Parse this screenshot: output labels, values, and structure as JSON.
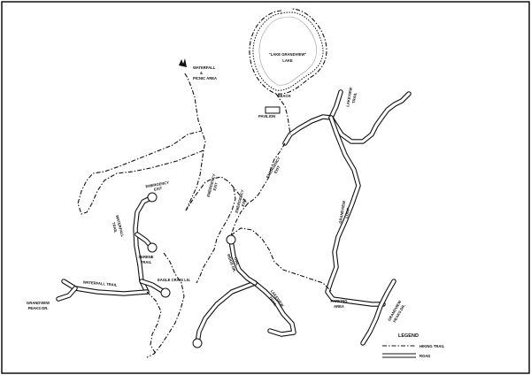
{
  "labels": {
    "lake": [
      "\"LAKE GRANDVIEW\"",
      "LAKE"
    ],
    "beach": "BEACH",
    "pavilion": "PAVILION",
    "waterfall_picnic": [
      "WATERFALL",
      "&",
      "PICNIC AREA"
    ],
    "lakeview_trail_top": [
      "LAKEVIEW",
      "TRAIL"
    ],
    "emergency_exit": [
      "EMERGENCY",
      "EXIT"
    ],
    "waterfall_trail_vert": [
      "WATERFALL",
      "TRAIL"
    ],
    "serene_trail": [
      "SERENE",
      "TRAIL"
    ],
    "eagle_craig": "EAGLE CRAIG LN.",
    "waterfall_trail_horiz": "WATERFALL TRAIL",
    "grandview_peaks_left": [
      "GRANDVIEW",
      "PEAKS DR."
    ],
    "owl_ridge": [
      "OWL",
      "RIDGE DR."
    ],
    "lakeview_trail_bottom": [
      "LAKEVIEW",
      "TRAIL"
    ],
    "grandview_loop": [
      "GRANDVIEW",
      "LOOP"
    ],
    "parking_area": [
      "PARKING",
      "AREA"
    ],
    "grandview_peaks_right": [
      "GRANDVIEW",
      "PEAKS DR."
    ]
  },
  "legend": {
    "title": "LEGEND",
    "items": [
      {
        "label": "HIKING TRAIL",
        "kind": "trail"
      },
      {
        "label": "ROAD",
        "kind": "road"
      }
    ]
  },
  "colors": {
    "ink": "#111111",
    "paper": "#ffffff"
  }
}
